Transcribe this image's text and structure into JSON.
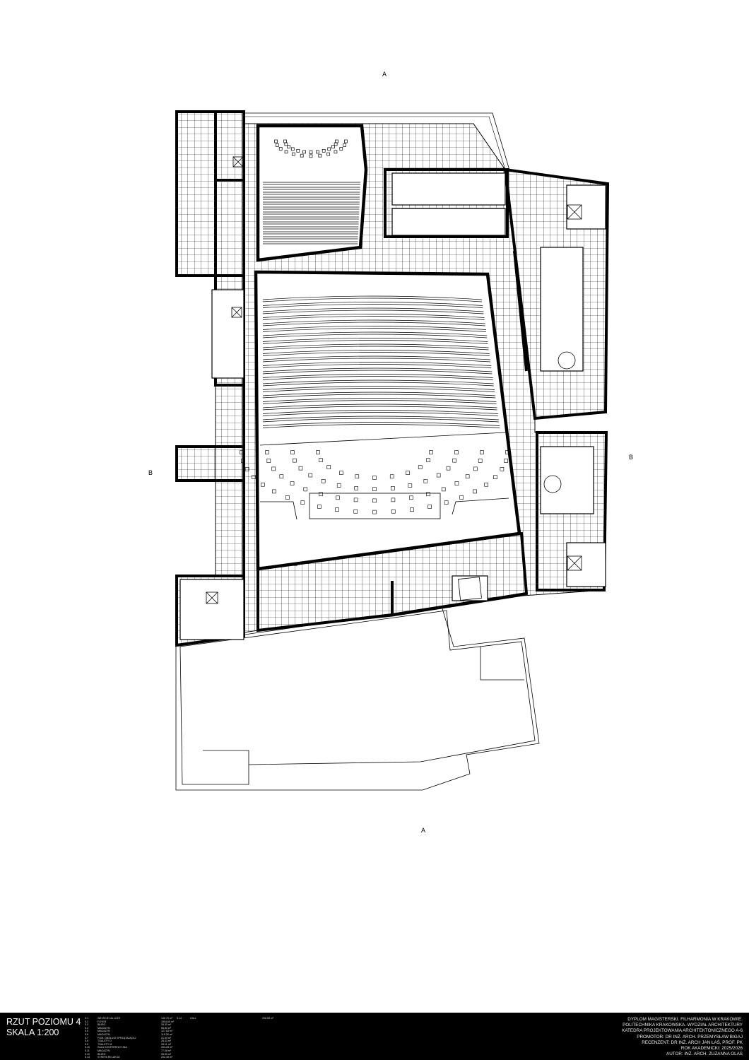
{
  "drawing": {
    "title": "RZUT POZIOMU 4",
    "scale": "SKALA 1:200",
    "section_markers": {
      "top": "A",
      "left": "B",
      "right": "B",
      "bottom": "A"
    }
  },
  "legend": [
    {
      "no": "5.1",
      "name": "WEJŚCIE NA LOŻE",
      "area": "146.70 m²"
    },
    {
      "no": "5.2",
      "name": "FOYER",
      "area": "1904.60 m²"
    },
    {
      "no": "5.3",
      "name": "BIURO",
      "area": "26.30 m²"
    },
    {
      "no": "5.4",
      "name": "MAGAZYN",
      "area": "55.80 m²"
    },
    {
      "no": "5.5",
      "name": "MAGAZYN",
      "area": "127.53 m²"
    },
    {
      "no": "5.6",
      "name": "MAGAZYN",
      "area": "115.28 m²"
    },
    {
      "no": "5.7",
      "name": "POM. OBSŁUGI SPRZĄTAJĄCEJ",
      "area": "21.50 m²"
    },
    {
      "no": "5.8",
      "name": "TOALETY D",
      "area": "28.33 m²"
    },
    {
      "no": "5.9",
      "name": "TOALETY M",
      "area": "28.11 m²"
    },
    {
      "no": "5.10",
      "name": "SALA KONFERENCYJNA",
      "area": "263.28 m²"
    },
    {
      "no": "5.11",
      "name": "MAGAZYN",
      "area": "77.08 m²"
    },
    {
      "no": "5.12",
      "name": "BIURO",
      "area": "26.30 m²"
    },
    {
      "no": "5.13",
      "name": "STREFA RELAKSU",
      "area": "202.35 m²"
    }
  ],
  "legend_extra": {
    "no": "5.14",
    "name": "HALL",
    "area": "208.58 m²"
  },
  "credits": [
    "DYPLOM MAGISTERSKI. FILHARMONIA W KRAKOWIE.",
    "POLITECHNIKA KRAKOWSKA. WYDZIAŁ ARCHITEKTURY",
    "KATEDRA PROJEKTOWANIA ARCHITEKTONICZNEGO A-6",
    "PROMOTOR: DR INŻ. ARCH. PRZEMYSŁAW BIGAJ",
    "RECENZENT: DR INŻ. ARCH JAN ŁAŚ, PROF. PK",
    "ROK AKADEMICKI: 2025/2026",
    "AUTOR: INŻ. ARCH. ZUZANNA OLAS"
  ]
}
